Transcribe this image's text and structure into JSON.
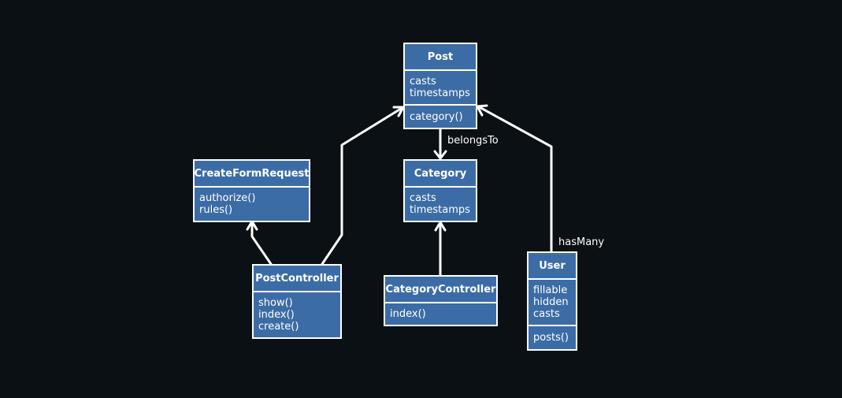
{
  "colors": {
    "background": "#0a1014",
    "class_fill": "#3c6ca6",
    "stroke": "#ffffff"
  },
  "classes": {
    "post": {
      "name": "Post",
      "attributes": [
        "casts",
        "timestamps"
      ],
      "methods": [
        "category()"
      ]
    },
    "category": {
      "name": "Category",
      "attributes": [
        "casts",
        "timestamps"
      ],
      "methods": []
    },
    "create_form_request": {
      "name": "CreateFormRequest",
      "attributes": [],
      "methods": [
        "authorize()",
        "rules()"
      ]
    },
    "post_controller": {
      "name": "PostController",
      "attributes": [],
      "methods": [
        "show()",
        "index()",
        "create()"
      ]
    },
    "category_controller": {
      "name": "CategoryController",
      "attributes": [],
      "methods": [
        "index()"
      ]
    },
    "user": {
      "name": "User",
      "attributes": [
        "fillable",
        "hidden",
        "casts"
      ],
      "methods": [
        "posts()"
      ]
    }
  },
  "relations": {
    "post_category": {
      "label": "belongsTo"
    },
    "user_post": {
      "label": "hasMany"
    }
  }
}
